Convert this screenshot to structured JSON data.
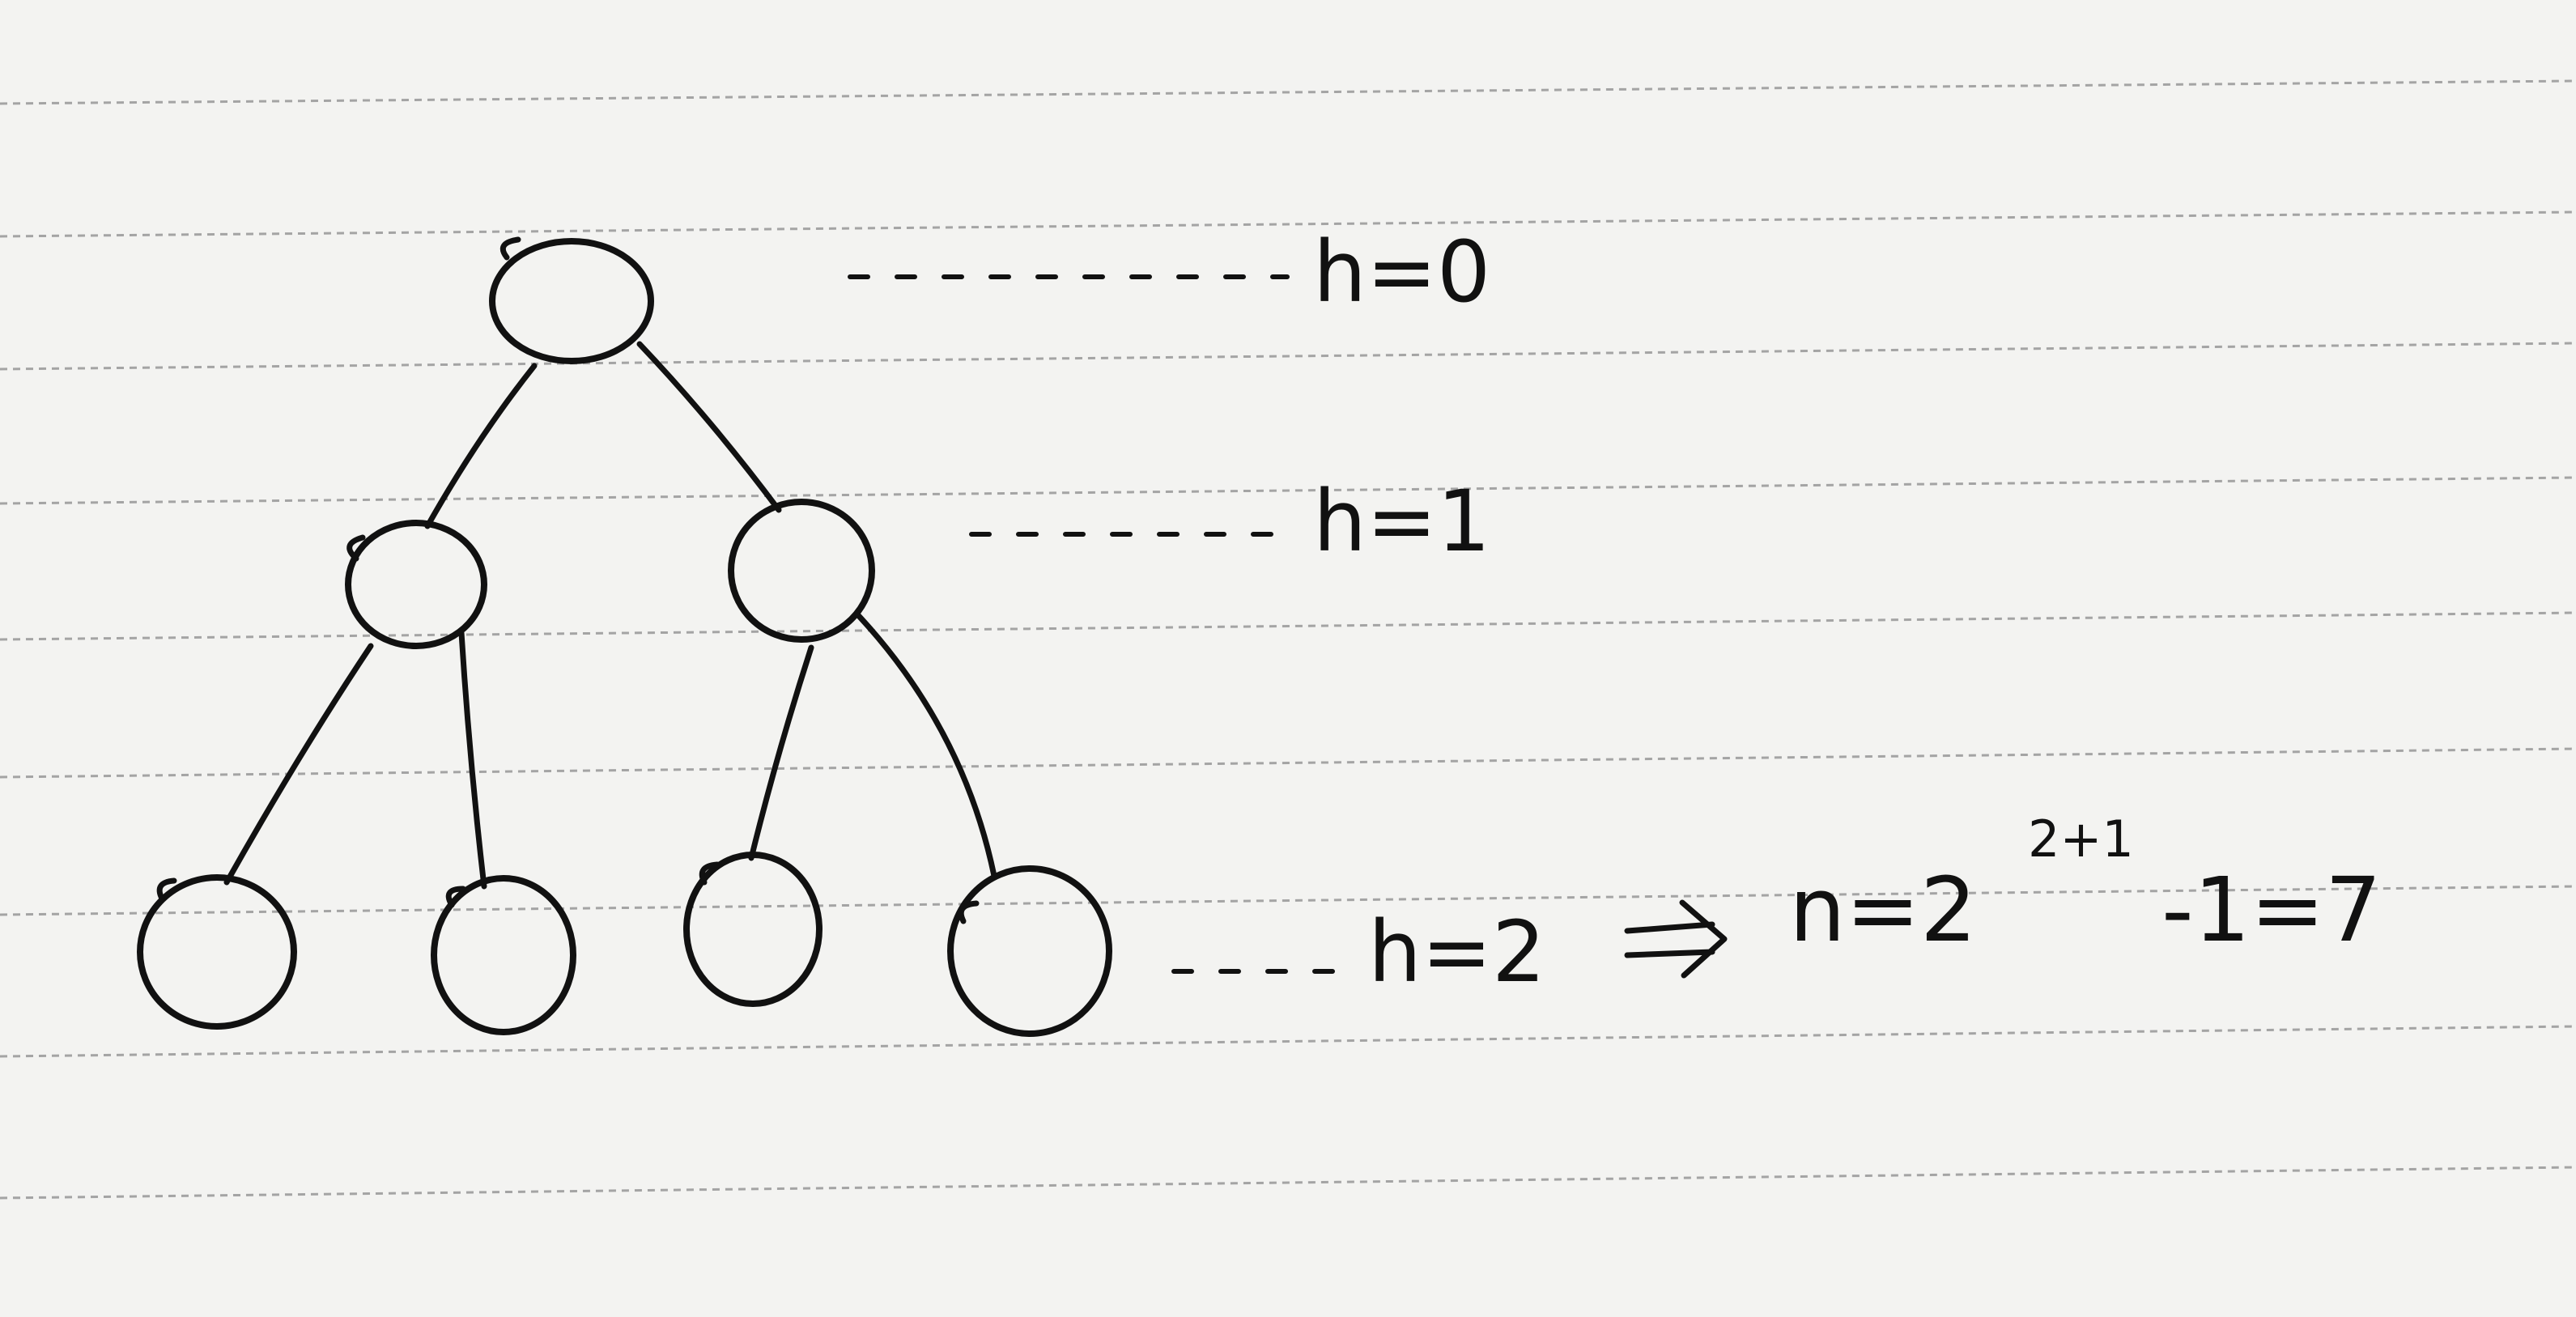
{
  "levels": [
    {
      "label": "h=0"
    },
    {
      "label": "h=1"
    },
    {
      "label": "h=2"
    }
  ],
  "formula": {
    "lhs": "n=2",
    "exponent": "2+1",
    "rhs": "-1=7"
  },
  "ink_color": "#111111",
  "paper_color": "#f3f3f1",
  "icons": [
    "implies-arrow"
  ]
}
